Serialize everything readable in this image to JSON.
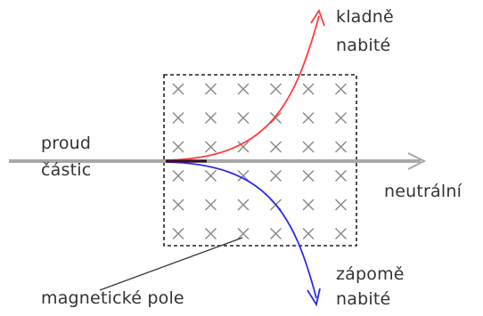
{
  "labels": {
    "beam_line1": "proud",
    "beam_line2": "částic",
    "positive_line1": "kladně",
    "positive_line2": "nabité",
    "neutral": "neutrální",
    "negative_line1": "zápomě",
    "negative_line2": "nabité",
    "field": "magnetické pole"
  },
  "colors": {
    "beam": "#a8a8a8",
    "positive": "#ff3b3b",
    "negative": "#2a2aee",
    "field_marks": "#888888",
    "field_border": "#222222",
    "text": "#333333"
  },
  "field_marker": {
    "symbol": "cross",
    "rows": 6,
    "columns": 6
  }
}
